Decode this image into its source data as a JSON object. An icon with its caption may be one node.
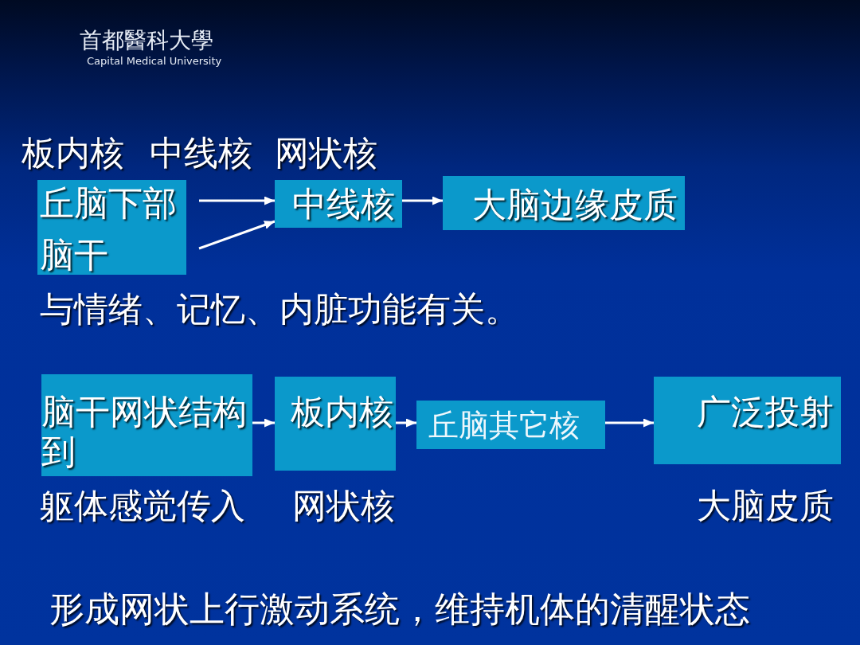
{
  "diagram": {
    "nodes": [
      {
        "text": [
          "丘脑下部",
          "脑干"
        ]
      },
      {
        "text": [
          "中线核"
        ]
      },
      {
        "text": [
          "大脑边缘皮质"
        ]
      },
      {
        "text": [
          "脑干网状结构到"
        ],
        "beside": [
          "躯体感觉传入"
        ]
      },
      {
        "text": [
          "板内核"
        ],
        "beside": [
          "网状核"
        ]
      },
      {
        "text": [
          "丘脑其它核"
        ]
      },
      {
        "text": [
          "广泛投射"
        ],
        "beside": [
          "大脑皮质"
        ]
      }
    ],
    "edges": [
      {
        "from": 0,
        "to": 1,
        "arrow": "to"
      },
      {
        "from": 0,
        "to": 1,
        "arrow": "to"
      },
      {
        "from": 1,
        "to": 2,
        "arrow": "to"
      },
      {
        "from": 3,
        "to": 4,
        "arrow": "to"
      },
      {
        "from": 4,
        "to": 5,
        "arrow": "to"
      },
      {
        "from": 5,
        "to": 6,
        "arrow": "to"
      }
    ],
    "labels": [
      "首都醫科大學",
      "Capital Medical University",
      "板内核",
      "中线核",
      "网状核",
      "与情绪、记忆、内脏功能有关。",
      "形成网状上行激动系统，维持机体的清醒状态"
    ]
  }
}
